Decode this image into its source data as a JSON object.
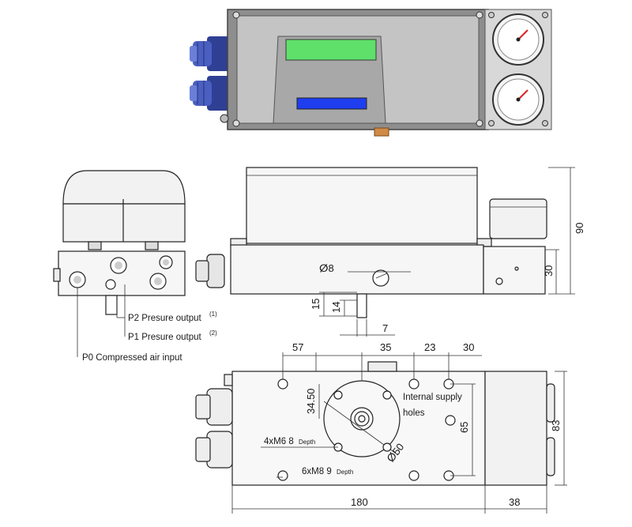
{
  "labels": {
    "p2": "P2 Presure output",
    "p2_note": "(1)",
    "p1": "P1 Presure output",
    "p1_note": "(2)",
    "p0": "P0 Compressed air input",
    "internal_supply_1": "Internal supply",
    "internal_supply_2": "holes",
    "m6_main": "4xM6  8",
    "m6_sub": "Depth",
    "m8_main": "6xM8  9",
    "m8_sub": "Depth",
    "dia8": "ⵁ8",
    "dia50": "ⵁ50"
  },
  "dimensions": {
    "d90": "90",
    "d30": "30",
    "d15": "15",
    "d14": "14",
    "d7": "7",
    "d57": "57",
    "d35": "35",
    "d23": "23",
    "d30b": "30",
    "d34_50": "34.50",
    "d65": "65",
    "d83": "83",
    "d180": "180",
    "d38": "38"
  },
  "colors": {
    "body_gray": "#c9c9c9",
    "body_dark": "#9a9a9a",
    "gland_blue": "#3b4fa8",
    "display_green": "#5ee06b",
    "display_blue": "#1e3ef0",
    "brass": "#d08a45"
  },
  "icons": [
    "pressure-gauge-icon",
    "cable-gland-icon"
  ]
}
